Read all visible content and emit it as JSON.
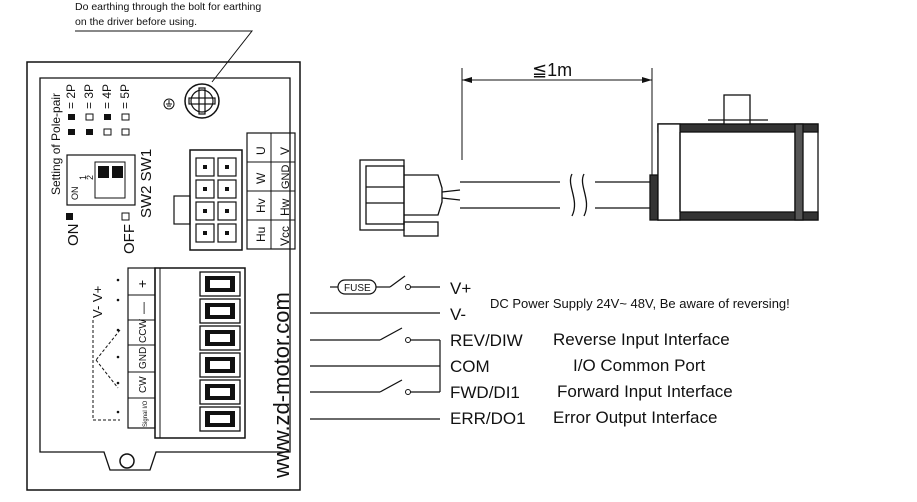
{
  "note": {
    "line1": "Do earthing through the bolt for earthing",
    "line2": "on the driver before using."
  },
  "driver": {
    "pole_pair_title": "Setting of Pole-pair",
    "pole_pairs": [
      "= 2P",
      "= 3P",
      "= 4P",
      "= 5P"
    ],
    "dip_on_label": "ON",
    "dip_numbers": [
      "1",
      "2"
    ],
    "sw_label": "SW2 SW1",
    "on_label": "ON",
    "off_label": "OFF",
    "hall_connector_pins": [
      "U",
      "W",
      "Hv",
      "Hu",
      "V",
      "GND",
      "Hw",
      "Vcc"
    ],
    "terminal_labels": [
      "+",
      "—",
      "CCW",
      "GND",
      "CW",
      "Signal I/O"
    ],
    "vplus_vminus": "V-  V+",
    "website": "www.zd-motor.com"
  },
  "cable": {
    "length_label": "≦1m"
  },
  "wiring": {
    "fuse_label": "FUSE",
    "terminals": [
      "V+",
      "V-",
      "REV/DIW",
      "COM",
      "FWD/DI1",
      "ERR/DO1"
    ],
    "power_note": "DC Power Supply 24V~ 48V, Be aware of reversing!",
    "descriptions": [
      "Reverse Input Interface",
      "I/O Common Port",
      "Forward Input Interface",
      "Error Output Interface"
    ]
  }
}
